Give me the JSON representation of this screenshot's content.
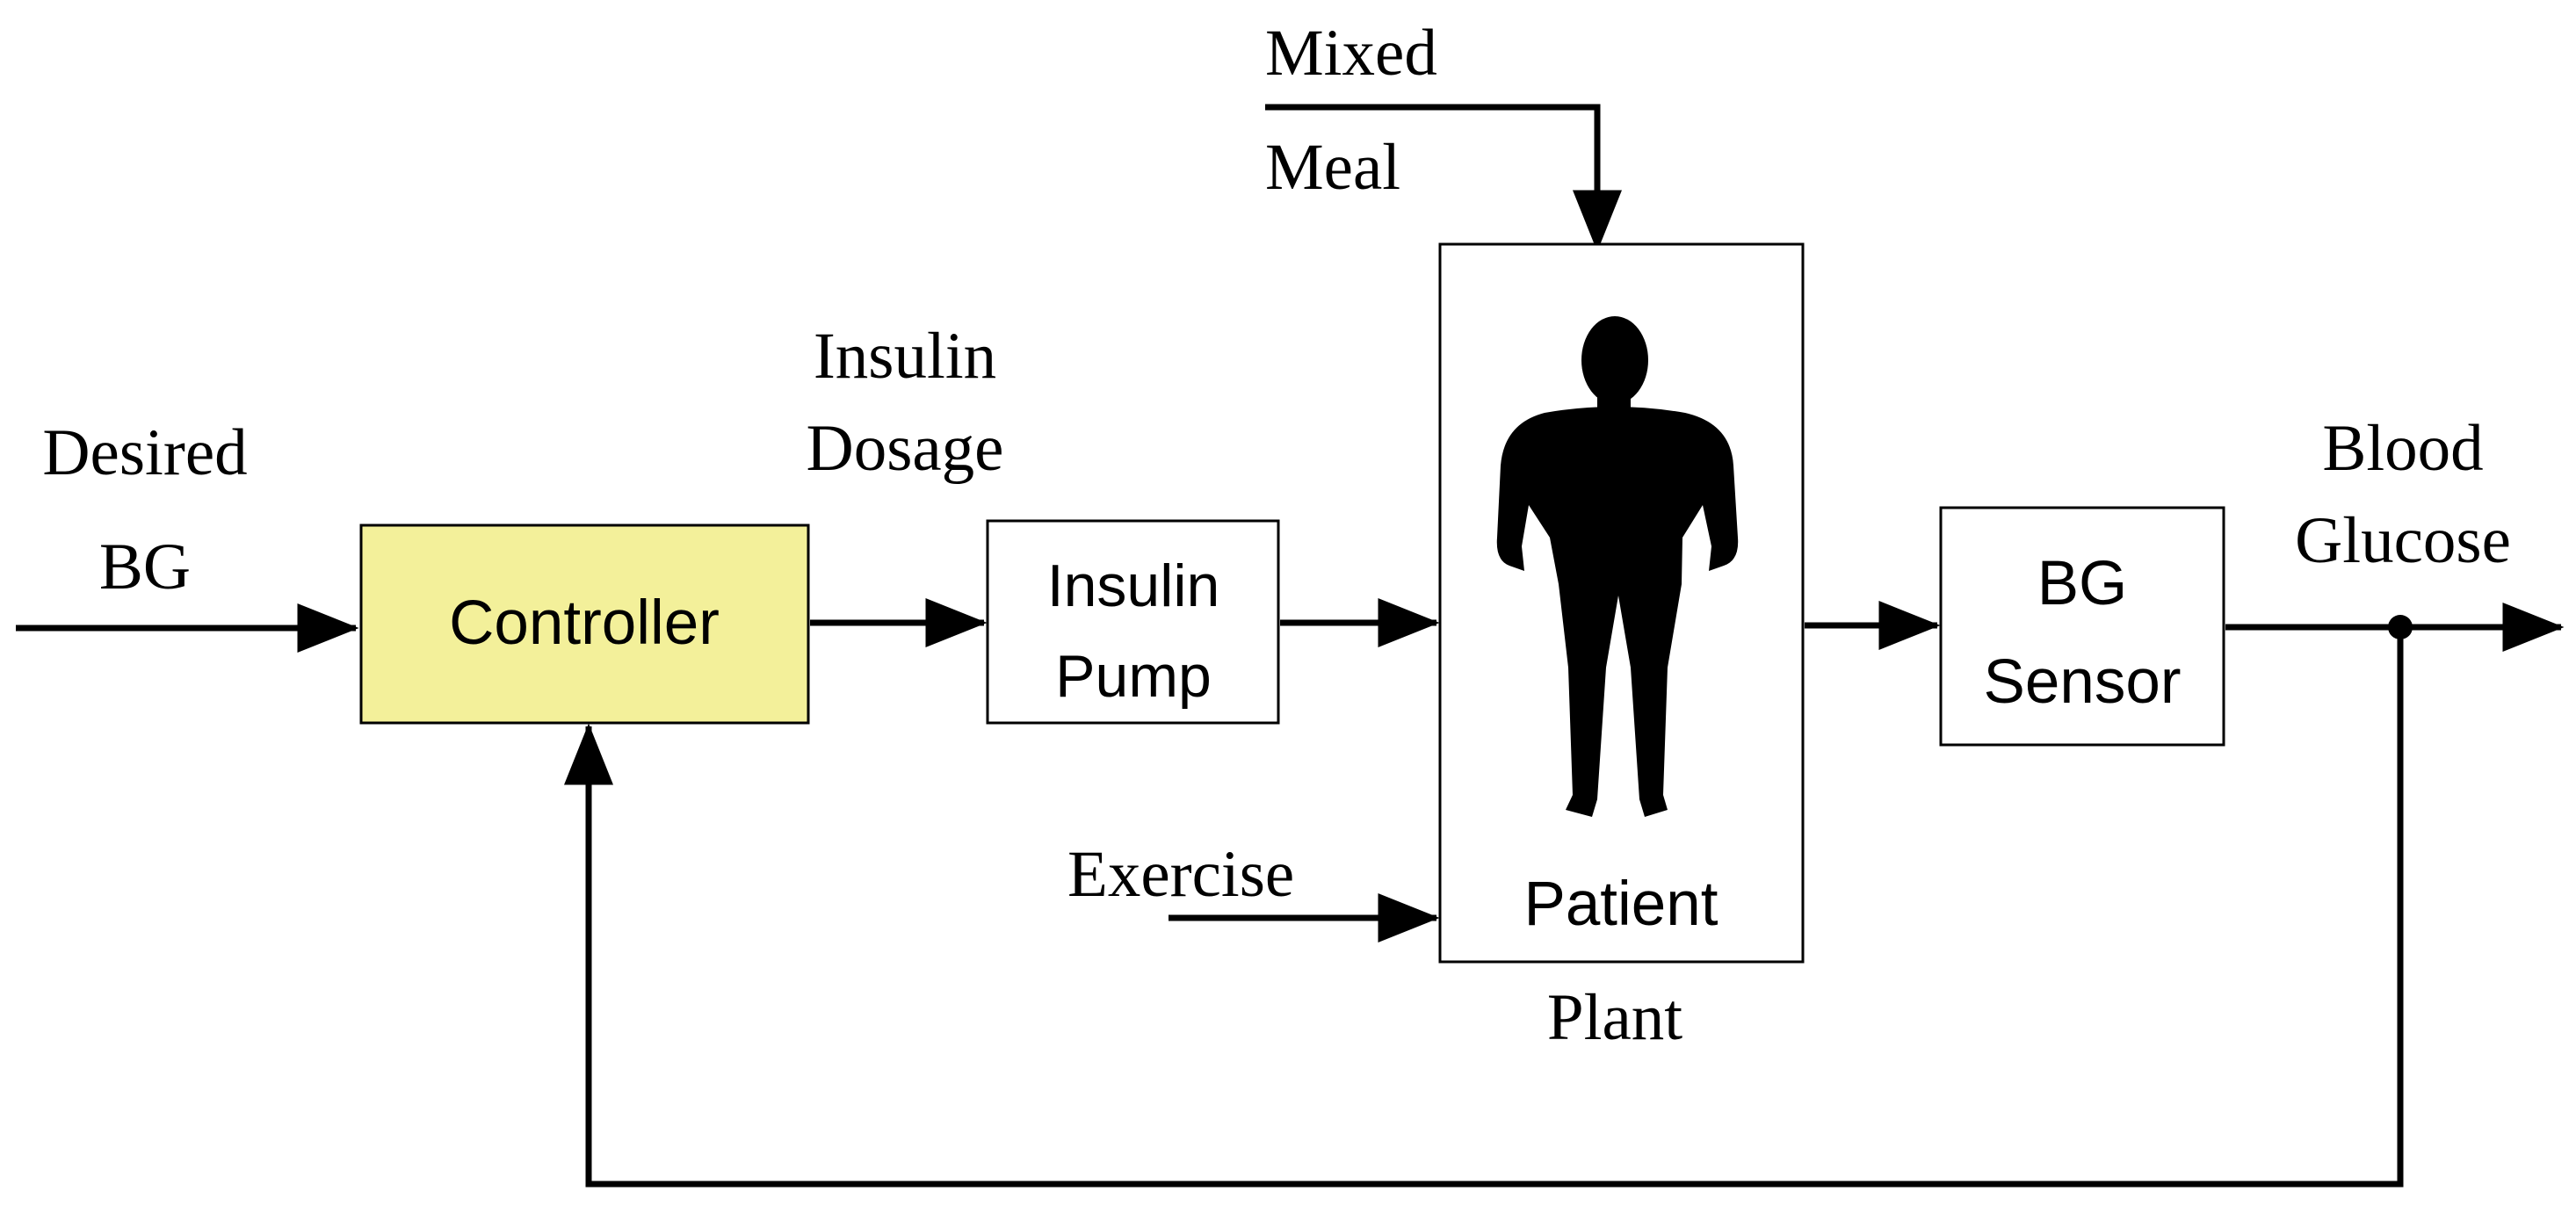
{
  "labels": {
    "desired_bg_line1": "Desired",
    "desired_bg_line2": "BG",
    "controller": "Controller",
    "insulin_dosage_line1": "Insulin",
    "insulin_dosage_line2": "Dosage",
    "insulin_pump_line1": "Insulin",
    "insulin_pump_line2": "Pump",
    "mixed_meal_line1": "Mixed",
    "mixed_meal_line2": "Meal",
    "exercise": "Exercise",
    "patient": "Patient",
    "plant": "Plant",
    "bg_sensor_line1": "BG",
    "bg_sensor_line2": "Sensor",
    "blood_glucose_line1": "Blood",
    "blood_glucose_line2": "Glucose"
  },
  "colors": {
    "controller_fill": "#f3f09a",
    "block_fill": "#ffffff",
    "stroke": "#000000"
  },
  "icons": {
    "patient": "person-silhouette-icon"
  }
}
